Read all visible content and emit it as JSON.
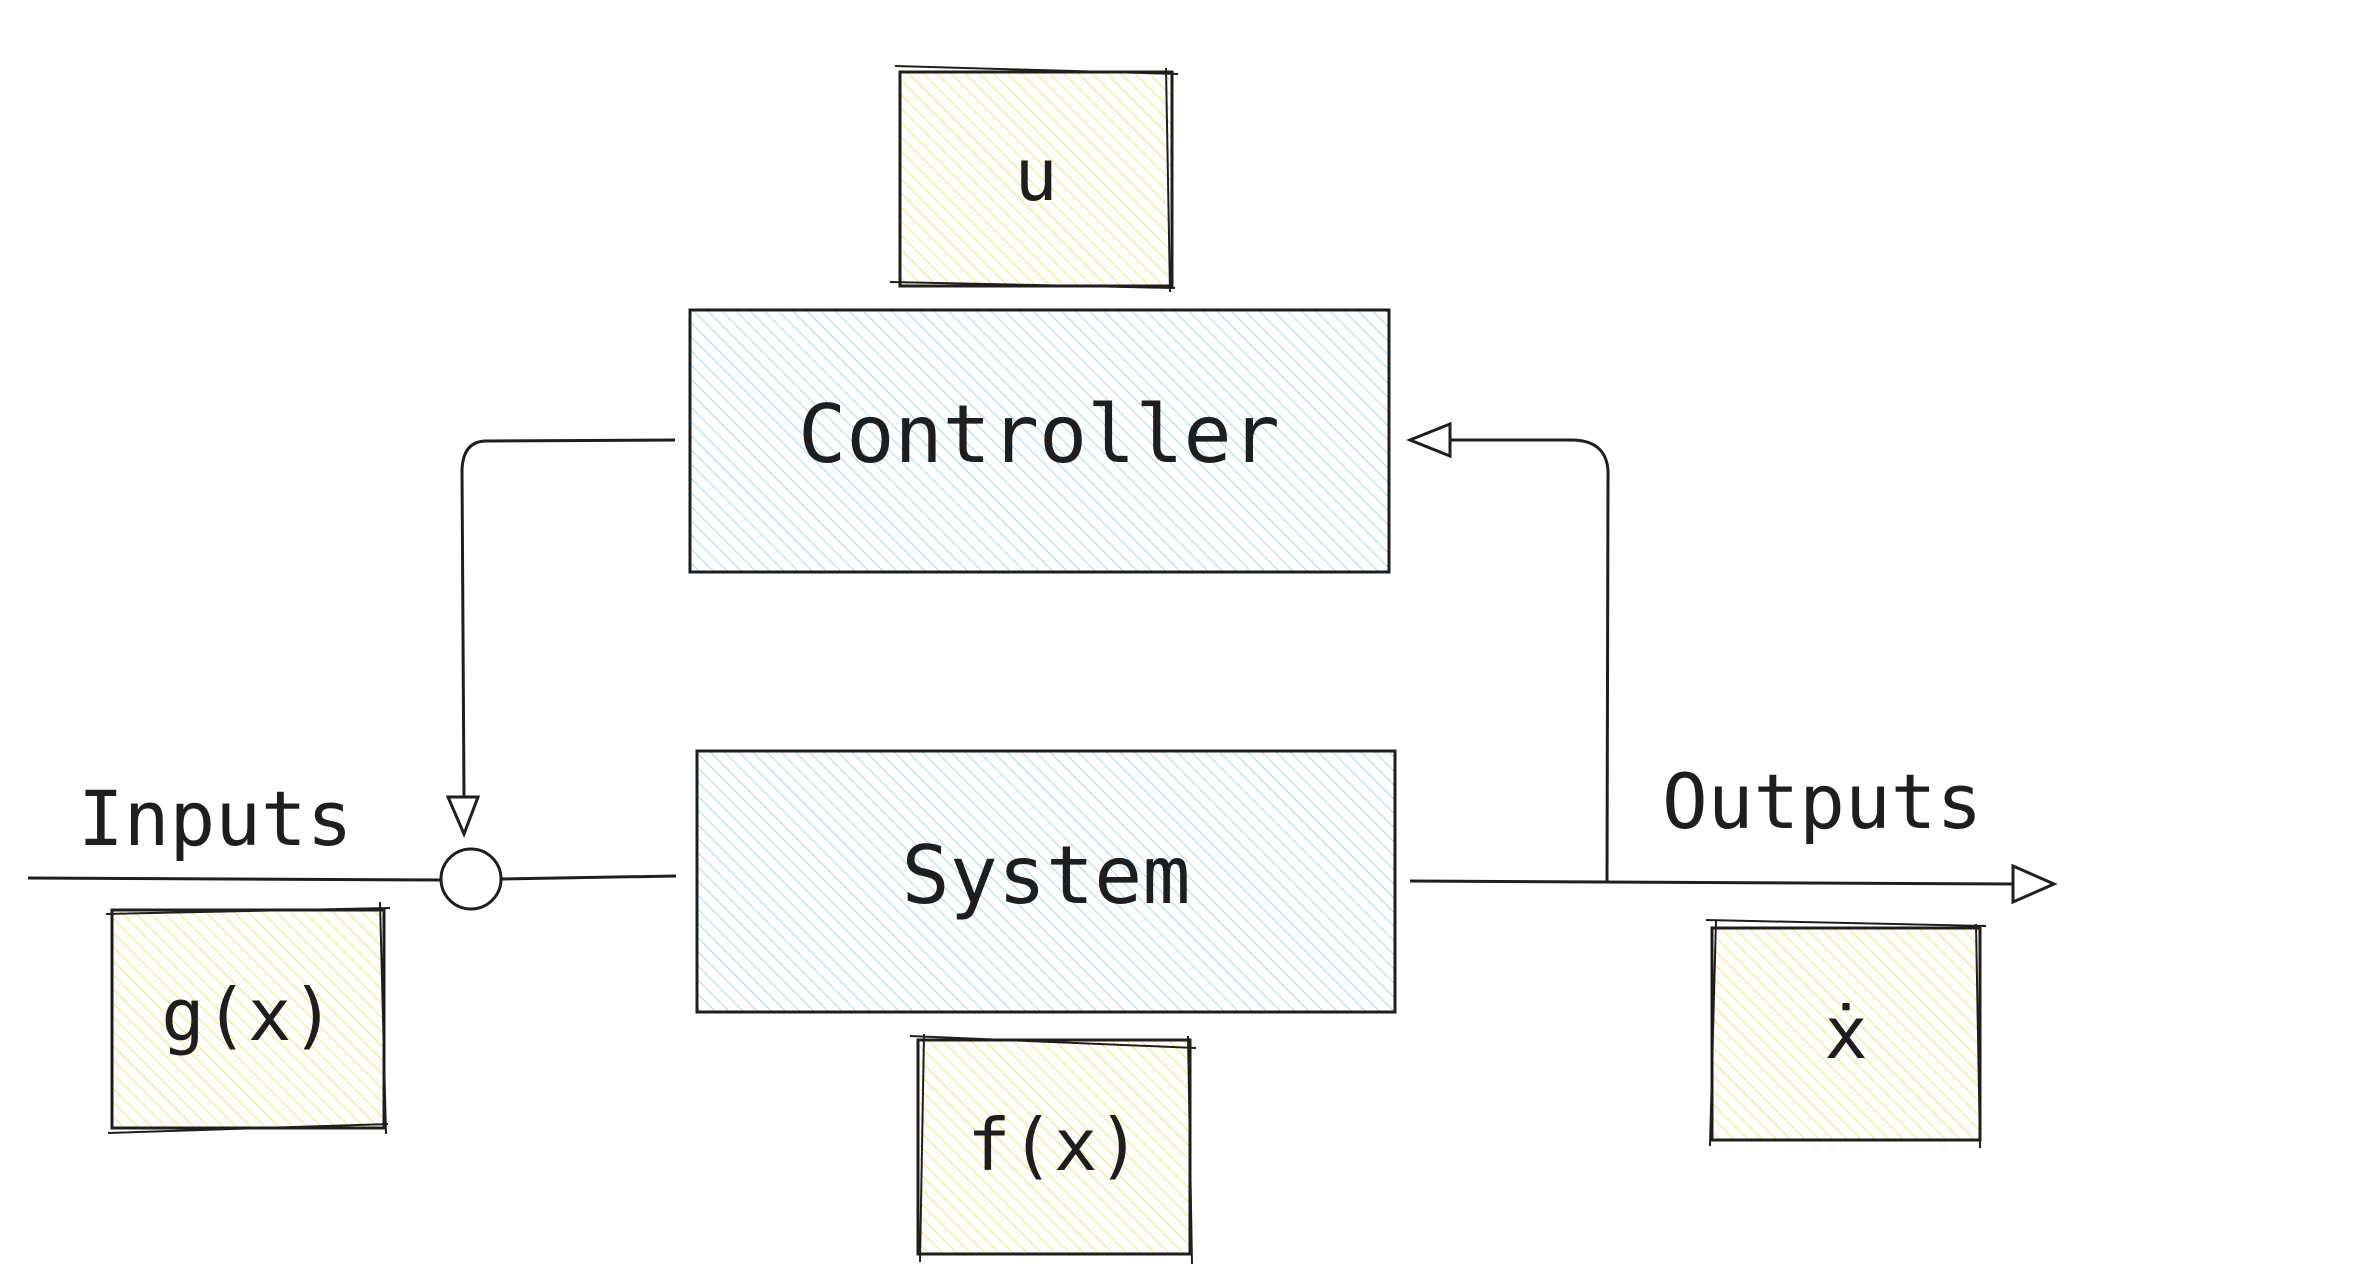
{
  "colors": {
    "stroke": "#1e1e1e",
    "blue_fill": "#a5d8ff",
    "yellow_fill": "#ffec99"
  },
  "blocks": {
    "controller": "Controller",
    "system": "System",
    "u": "u",
    "g": "g(x)",
    "f": "f(x)",
    "xdot": "ẋ"
  },
  "labels": {
    "inputs": "Inputs",
    "outputs": "Outputs"
  }
}
